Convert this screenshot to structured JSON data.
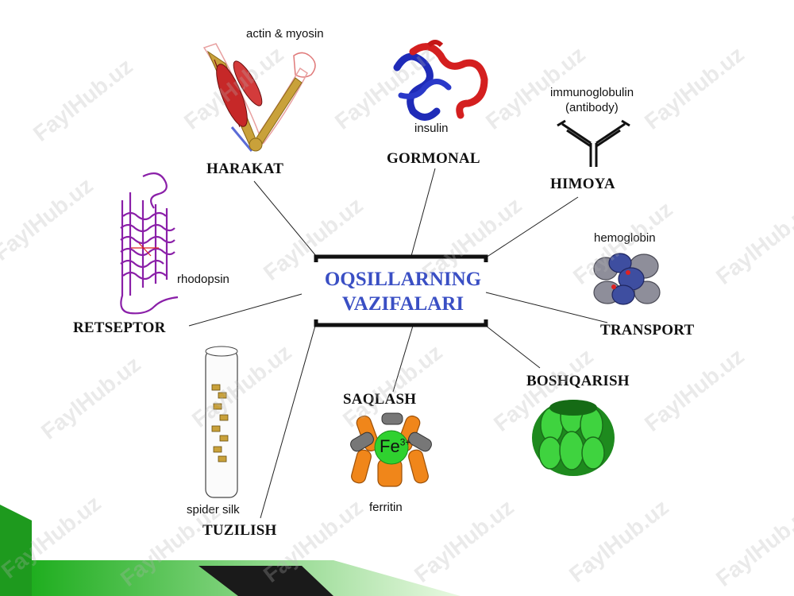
{
  "center": {
    "line1": "OQSILLARNING",
    "line2": "VAZIFALARI"
  },
  "functions": {
    "harakat": "HARAKAT",
    "gormonal": "GORMONAL",
    "himoya": "HIMOYA",
    "transport": "TRANSPORT",
    "boshqarish": "BOSHQARISH",
    "saqlash": "SAQLASH",
    "tuzilish": "TUZILISH",
    "retseptor": "RETSEPTOR"
  },
  "examples": {
    "actin_myosin": "actin & myosin",
    "insulin": "insulin",
    "immunoglobulin": "immunoglobulin",
    "antibody": "(antibody)",
    "hemoglobin": "hemoglobin",
    "rhodopsin": "rhodopsin",
    "spider_silk": "spider silk",
    "ferritin": "ferritin",
    "fe_symbol": "Fe",
    "fe_charge": "3+"
  },
  "watermark": "FaylHub.uz",
  "colors": {
    "title": "#3a4fc4",
    "accent_green": "#2fd12f",
    "ferritin_orange": "#f0861a"
  }
}
